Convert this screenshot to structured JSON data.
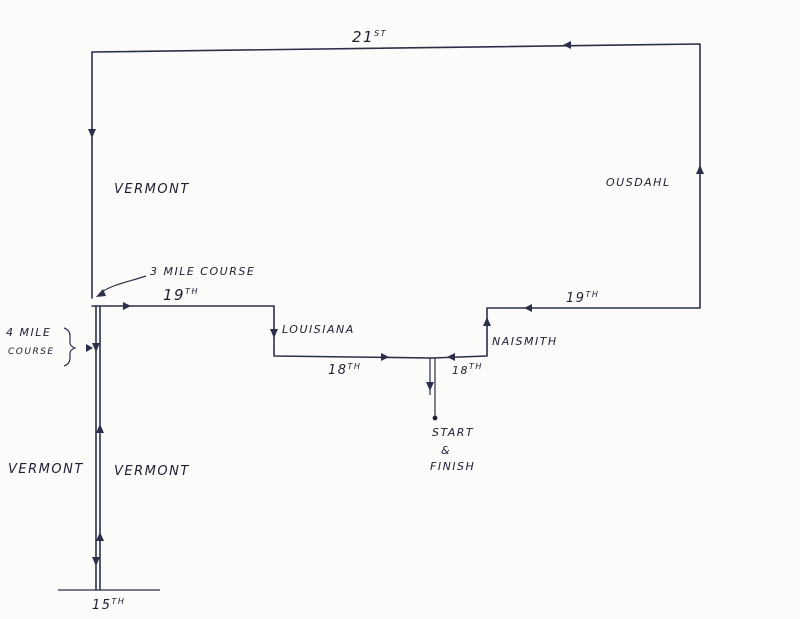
{
  "streets": {
    "st21": "21",
    "st21_sup": "ST",
    "vermont_upper": "VERMONT",
    "vermont_lower_left": "VERMONT",
    "vermont_lower_right": "VERMONT",
    "ousdahl": "OUSDAHL",
    "st19_left": "19",
    "st19_left_sup": "TH",
    "st19_right": "19",
    "st19_right_sup": "TH",
    "louisiana": "LOUISIANA",
    "st18_left": "18",
    "st18_left_sup": "TH",
    "st18_right": "18",
    "st18_right_sup": "TH",
    "naismith": "NAISMITH",
    "st15": "15",
    "st15_sup": "TH"
  },
  "notes": {
    "three_mile": "3 MILE COURSE",
    "four_mile_line1": "4 MILE",
    "four_mile_line2": "COURSE",
    "start": "START",
    "ampersand": "&",
    "finish": "FINISH"
  }
}
